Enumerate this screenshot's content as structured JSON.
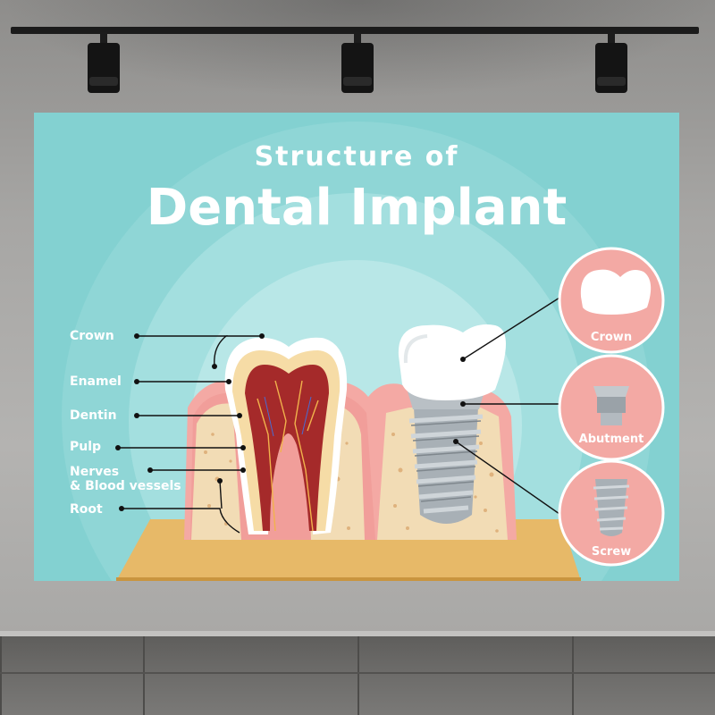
{
  "poster": {
    "title_line1": "Structure of",
    "title_line2": "Dental Implant",
    "tooth_labels": {
      "crown": "Crown",
      "enamel": "Enamel",
      "dentin": "Dentin",
      "pulp": "Pulp",
      "nerves_line1": "Nerves",
      "nerves_line2": "& Blood vessels",
      "root": "Root"
    },
    "implant_parts": {
      "crown": "Crown",
      "abutment": "Abutment",
      "screw": "Screw"
    }
  },
  "colors": {
    "poster_bg": "#83d1d1",
    "gum": "#f4a9a4",
    "bone": "#f2dcb5",
    "pulp": "#a52a2a",
    "badge": "#f3a9a4",
    "base": "#e7b968"
  }
}
